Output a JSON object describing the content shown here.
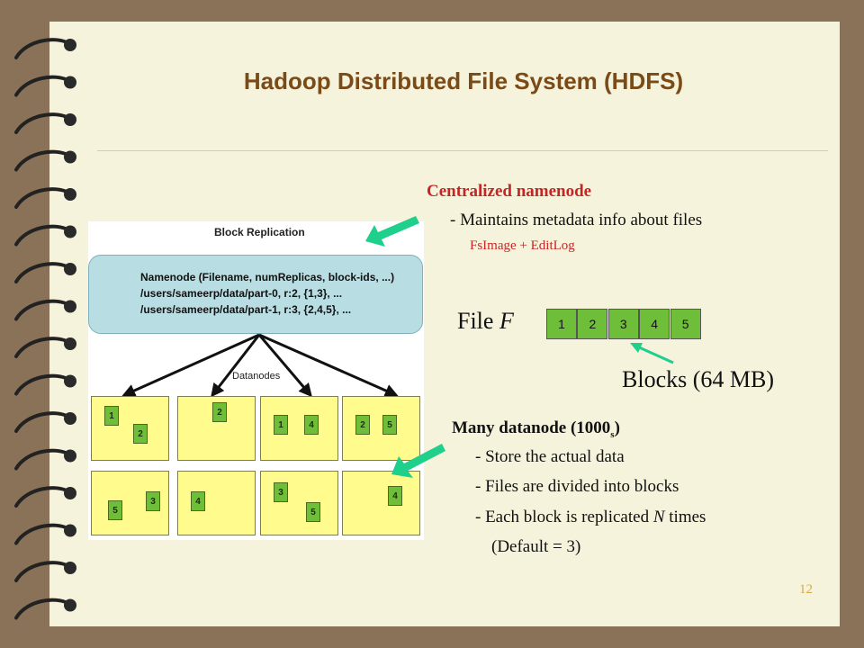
{
  "slide": {
    "title": "Hadoop Distributed File System (HDFS)",
    "page_number": "12"
  },
  "diagram": {
    "heading": "Block Replication",
    "namenode_lines": [
      "Namenode (Filename, numReplicas, block-ids, ...)",
      "/users/sameerp/data/part-0, r:2, {1,3}, ...",
      "/users/sameerp/data/part-1, r:3, {2,4,5}, ..."
    ],
    "datanodes_label": "Datanodes",
    "datanodes": [
      [
        "1",
        "2"
      ],
      [
        "2"
      ],
      [
        "1",
        "4"
      ],
      [
        "2",
        "5"
      ],
      [
        "5",
        "3"
      ],
      [
        "4"
      ],
      [
        "3",
        "5"
      ],
      [
        "4"
      ]
    ]
  },
  "namenode_section": {
    "heading": "Centralized namenode",
    "bullet": "- Maintains metadata info about files",
    "sub": "FsImage + EditLog"
  },
  "file": {
    "label": "File ",
    "name": "F",
    "blocks": [
      "1",
      "2",
      "3",
      "4",
      "5"
    ],
    "blocks_label": "Blocks (64 MB)"
  },
  "datanode_section": {
    "heading_main": "Many datanode (1000",
    "heading_sub": "s",
    "heading_end": ")",
    "bullets": [
      "- Store the actual data",
      "- Files are divided into blocks",
      "- Each block is replicated ",
      "(Default = 3)"
    ],
    "replicated_var": "N",
    "replicated_end": " times"
  },
  "colors": {
    "background": "#8a7258",
    "page": "#f6f3dc",
    "title": "#7a4a17",
    "accent_red": "#c62525",
    "arrow_green": "#1fcf8c",
    "block_green": "#6fbe3a",
    "datanode_yellow": "#fffb8c",
    "namenode_blue": "#b8dde3"
  },
  "icons": [
    "spiral-binding-icon",
    "green-arrow-icon"
  ]
}
